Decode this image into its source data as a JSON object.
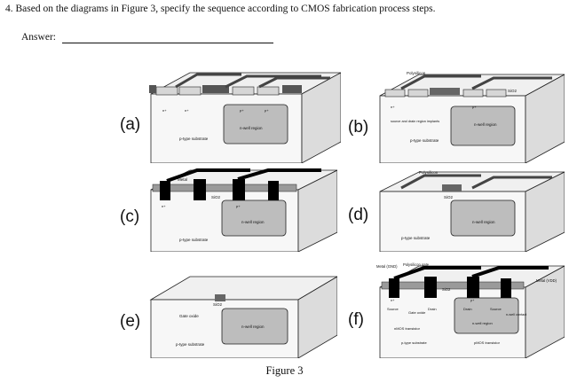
{
  "question": {
    "text": "4.   Based on the diagrams in Figure 3, specify the sequence according to CMOS fabrication process steps.",
    "answer_label": "Answer:",
    "answer_value": ""
  },
  "figure_caption": "Figure 3",
  "panels": {
    "a": {
      "label": "(a)",
      "substrate": "p-type substrate",
      "nwell": "n-well region",
      "nplus": "n+",
      "pplus": "p+"
    },
    "b": {
      "label": "(b)",
      "polysilicon": "Polysilicon",
      "sio2": "SiO2",
      "implant": "source and drain region implants",
      "nwell": "n-well region",
      "substrate": "p-type substrate",
      "nplus": "n+",
      "pplus": "p+"
    },
    "c": {
      "label": "(c)",
      "metal": "Metal",
      "sio2": "SiO2",
      "nwell": "n-well region",
      "substrate": "p-type substrate",
      "nplus": "n+",
      "pplus": "p+"
    },
    "d": {
      "label": "(d)",
      "polysilicon": "Polysilicon",
      "sio2": "SiO2",
      "nwell": "n-well region",
      "substrate": "p-type substrate"
    },
    "e": {
      "label": "(e)",
      "gate_oxide": "Gate oxide",
      "sio2": "SiO2",
      "nwell": "n-well region",
      "substrate": "p-type substrate"
    },
    "f": {
      "label": "(f)",
      "metal_gnd": "Metal (GND)",
      "poly_gate": "Polysilicon gate",
      "metal_vdd": "Metal (VDD)",
      "sio2": "SiO2",
      "source": "Source",
      "gate_oxide": "Gate oxide",
      "drain": "Drain",
      "drain2": "Drain",
      "source2": "Source",
      "nwell_contact": "n-well contact",
      "nmos": "nMOS transistor",
      "pmos": "pMOS transistor",
      "nwell": "n-well region",
      "substrate": "p-type substrate",
      "nplus": "n+",
      "pplus": "p+"
    }
  }
}
